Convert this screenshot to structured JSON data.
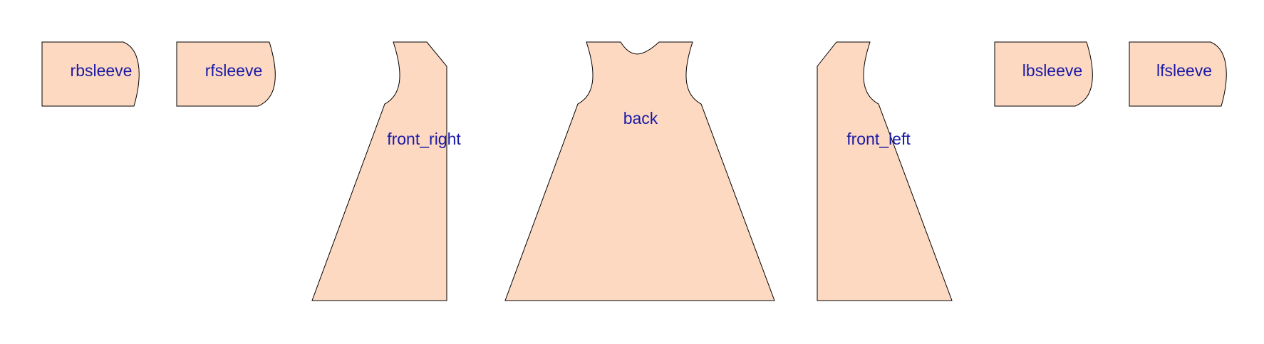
{
  "diagram": {
    "colors": {
      "piece_fill": "#fdd9c2",
      "piece_stroke": "#000000",
      "label_color": "#1a1aa6",
      "background": "#ffffff"
    },
    "pieces": {
      "rbsleeve": {
        "label": "rbsleeve"
      },
      "rfsleeve": {
        "label": "rfsleeve"
      },
      "front_right": {
        "label": "front_right"
      },
      "back": {
        "label": "back"
      },
      "front_left": {
        "label": "front_left"
      },
      "lbsleeve": {
        "label": "lbsleeve"
      },
      "lfsleeve": {
        "label": "lfsleeve"
      }
    }
  }
}
